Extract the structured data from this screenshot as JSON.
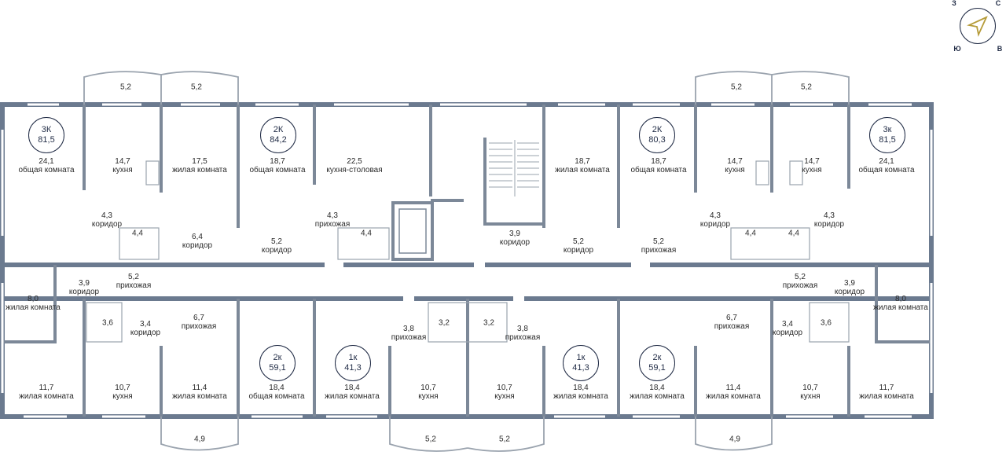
{
  "colors": {
    "wall": "#6b7a8f",
    "thin": "#9aa3ae",
    "accent": "#b69c3a",
    "ink": "#1f2a44"
  },
  "compass": {
    "n": "С",
    "s": "Ю",
    "w": "З",
    "e": "В",
    "icon": "compass-arrow-icon"
  },
  "apartments": [
    {
      "type": "3К",
      "area": "81,5"
    },
    {
      "type": "2К",
      "area": "84,2"
    },
    {
      "type": "2К",
      "area": "80,3"
    },
    {
      "type": "3к",
      "area": "81,5"
    },
    {
      "type": "2к",
      "area": "59,1"
    },
    {
      "type": "1к",
      "area": "41,3"
    },
    {
      "type": "1к",
      "area": "41,3"
    },
    {
      "type": "2к",
      "area": "59,1"
    }
  ],
  "rooms": [
    {
      "a": "5,2",
      "n": ""
    },
    {
      "a": "5,2",
      "n": ""
    },
    {
      "a": "5,2",
      "n": ""
    },
    {
      "a": "5,2",
      "n": ""
    },
    {
      "a": "24,1",
      "n": "общая комната"
    },
    {
      "a": "14,7",
      "n": "кухня"
    },
    {
      "a": "17,5",
      "n": "жилая комната"
    },
    {
      "a": "18,7",
      "n": "общая комната"
    },
    {
      "a": "22,5",
      "n": "кухня-столовая"
    },
    {
      "a": "18,7",
      "n": "жилая комната"
    },
    {
      "a": "18,7",
      "n": "общая комната"
    },
    {
      "a": "14,7",
      "n": "кухня"
    },
    {
      "a": "14,7",
      "n": "кухня"
    },
    {
      "a": "24,1",
      "n": "общая комната"
    },
    {
      "a": "4,3",
      "n": "коридор"
    },
    {
      "a": "4,4",
      "n": ""
    },
    {
      "a": "6,4",
      "n": "коридор"
    },
    {
      "a": "5,2",
      "n": "коридор"
    },
    {
      "a": "4,3",
      "n": "прихожая"
    },
    {
      "a": "4,4",
      "n": ""
    },
    {
      "a": "3,9",
      "n": "коридор"
    },
    {
      "a": "5,2",
      "n": "коридор"
    },
    {
      "a": "5,2",
      "n": "прихожая"
    },
    {
      "a": "4,3",
      "n": "коридор"
    },
    {
      "a": "4,4",
      "n": ""
    },
    {
      "a": "4,4",
      "n": ""
    },
    {
      "a": "4,3",
      "n": "коридор"
    },
    {
      "a": "8,0",
      "n": "жилая комната"
    },
    {
      "a": "3,9",
      "n": "коридор"
    },
    {
      "a": "5,2",
      "n": "прихожая"
    },
    {
      "a": "5,2",
      "n": "прихожая"
    },
    {
      "a": "3,9",
      "n": "коридор"
    },
    {
      "a": "8,0",
      "n": "жилая комната"
    },
    {
      "a": "3,6",
      "n": ""
    },
    {
      "a": "3,4",
      "n": "коридор"
    },
    {
      "a": "6,7",
      "n": "прихожая"
    },
    {
      "a": "3,8",
      "n": "прихожая"
    },
    {
      "a": "3,2",
      "n": ""
    },
    {
      "a": "3,2",
      "n": ""
    },
    {
      "a": "3,8",
      "n": "прихожая"
    },
    {
      "a": "6,7",
      "n": "прихожая"
    },
    {
      "a": "3,4",
      "n": "коридор"
    },
    {
      "a": "3,6",
      "n": ""
    },
    {
      "a": "11,7",
      "n": "жилая комната"
    },
    {
      "a": "10,7",
      "n": "кухня"
    },
    {
      "a": "11,4",
      "n": "жилая комната"
    },
    {
      "a": "18,4",
      "n": "общая комната"
    },
    {
      "a": "18,4",
      "n": "жилая комната"
    },
    {
      "a": "10,7",
      "n": "кухня"
    },
    {
      "a": "10,7",
      "n": "кухня"
    },
    {
      "a": "18,4",
      "n": "жилая комната"
    },
    {
      "a": "18,4",
      "n": "жилая комната"
    },
    {
      "a": "11,4",
      "n": "жилая комната"
    },
    {
      "a": "10,7",
      "n": "кухня"
    },
    {
      "a": "11,7",
      "n": "жилая комната"
    },
    {
      "a": "4,9",
      "n": ""
    },
    {
      "a": "5,2",
      "n": ""
    },
    {
      "a": "5,2",
      "n": ""
    },
    {
      "a": "4,9",
      "n": ""
    }
  ]
}
